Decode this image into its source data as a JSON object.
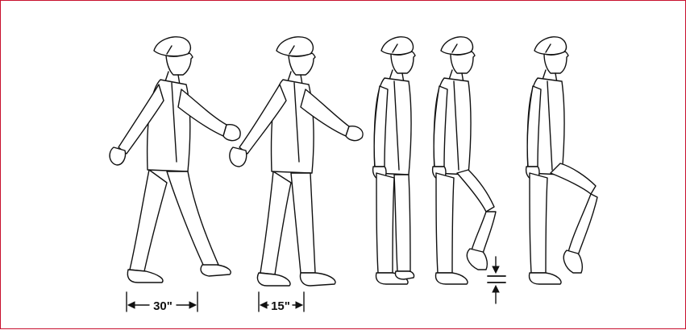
{
  "figure": {
    "border_color": "#c8102e",
    "figures": [
      {
        "pose": "full-step",
        "measurement": "30\""
      },
      {
        "pose": "half-step",
        "measurement": "15\""
      },
      {
        "pose": "halt"
      },
      {
        "pose": "mark-time-foot-raised",
        "measurement_icon": "raise-foot-distance-arrows"
      },
      {
        "pose": "mark-time-knee-raised"
      }
    ]
  }
}
